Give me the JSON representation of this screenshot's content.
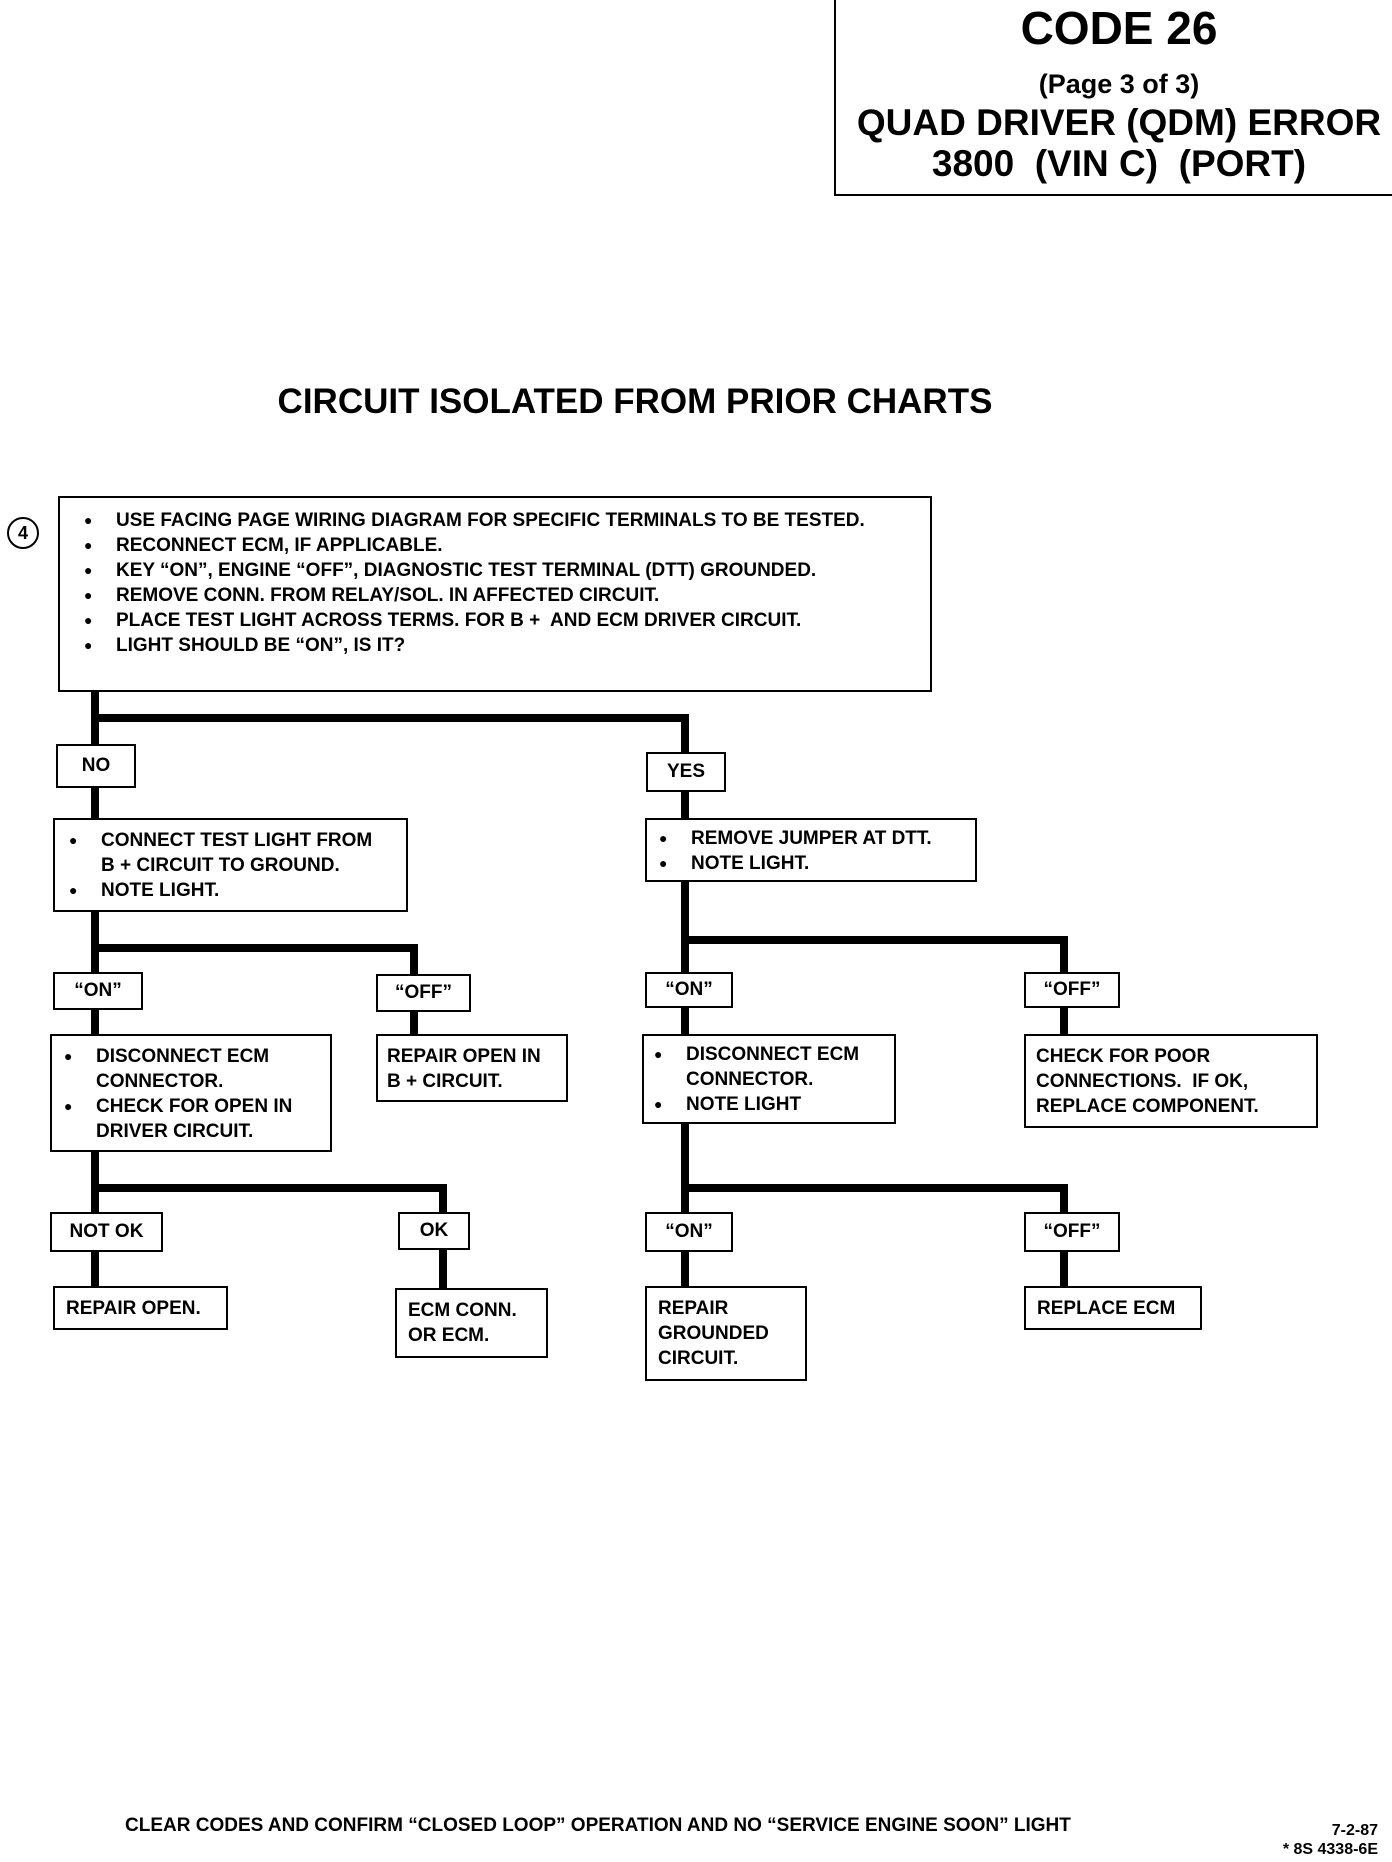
{
  "header": {
    "code": "CODE 26",
    "page": "(Page 3 of 3)",
    "title_line1": "QUAD DRIVER (QDM) ERROR",
    "title_line2": "3800  (VIN C)  (PORT)"
  },
  "section_title": "CIRCUIT ISOLATED FROM PRIOR CHARTS",
  "step_number": "4",
  "start_box": {
    "bullets": [
      "USE FACING PAGE WIRING DIAGRAM FOR SPECIFIC TERMINALS TO BE TESTED.",
      "RECONNECT ECM, IF APPLICABLE.",
      "KEY “ON”, ENGINE “OFF”, DIAGNOSTIC TEST TERMINAL (DTT) GROUNDED.",
      "REMOVE CONN. FROM RELAY/SOL. IN AFFECTED CIRCUIT.",
      "PLACE TEST LIGHT ACROSS TERMS. FOR B +  AND ECM DRIVER CIRCUIT.",
      "LIGHT SHOULD BE “ON”, IS IT?"
    ]
  },
  "left": {
    "no_label": "NO",
    "box1": {
      "bullets": [
        "CONNECT TEST LIGHT FROM\nB + CIRCUIT TO GROUND.",
        "NOTE LIGHT."
      ]
    },
    "on_label": "“ON”",
    "off_label": "“OFF”",
    "on_box": {
      "bullets": [
        "DISCONNECT ECM\nCONNECTOR.",
        "CHECK FOR OPEN IN\nDRIVER CIRCUIT."
      ]
    },
    "off_box": "REPAIR OPEN IN\nB + CIRCUIT.",
    "notok_label": "NOT OK",
    "ok_label": "OK",
    "notok_box": "REPAIR OPEN.",
    "ok_box": "ECM CONN.\nOR ECM."
  },
  "right": {
    "yes_label": "YES",
    "box1": {
      "bullets": [
        "REMOVE JUMPER AT DTT.",
        "NOTE LIGHT."
      ]
    },
    "on_label": "“ON”",
    "off_label": "“OFF”",
    "on_box": {
      "bullets": [
        "DISCONNECT ECM\nCONNECTOR.",
        "NOTE LIGHT"
      ]
    },
    "off_box": "CHECK FOR POOR\nCONNECTIONS.  IF OK,\nREPLACE COMPONENT.",
    "on2_label": "“ON”",
    "off2_label": "“OFF”",
    "on2_box": "REPAIR\nGROUNDED\nCIRCUIT.",
    "off2_box": "REPLACE ECM"
  },
  "footer": {
    "note": "CLEAR CODES AND CONFIRM “CLOSED LOOP” OPERATION AND NO “SERVICE ENGINE SOON” LIGHT",
    "date": "7-2-87",
    "ref": "* 8S 4338-6E"
  }
}
